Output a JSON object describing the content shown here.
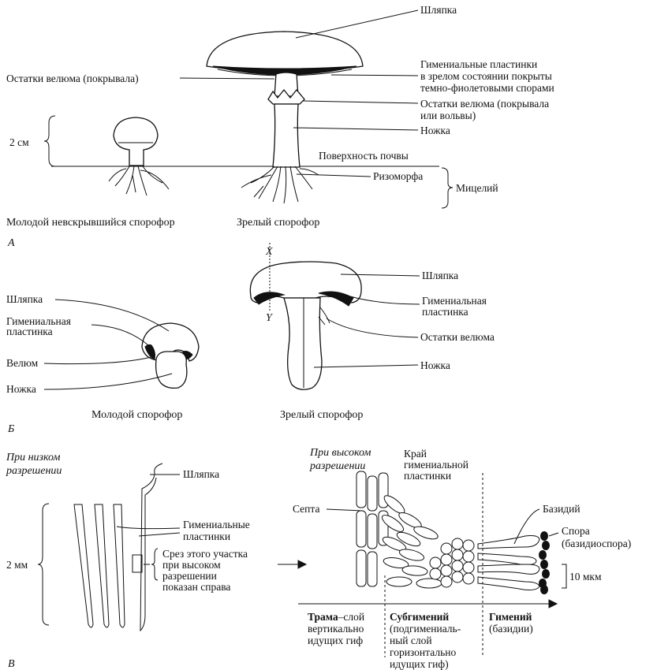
{
  "panelA": {
    "letter": "А",
    "scale_label": "2 см",
    "labels": {
      "cap": "Шляпка",
      "veil_remnant_left": "Остатки велюма (покрывала)",
      "gills_1": "Гимениальные пластинки",
      "gills_2": "в зрелом состоянии покрыты",
      "gills_3": "темно-фиолетовыми спорами",
      "veil_volva_1": "Остатки велюма (покрывала",
      "veil_volva_2": "или вольвы)",
      "stipe": "Ножка",
      "soil": "Поверхность почвы",
      "rhizomorph": "Ризоморфа",
      "mycelium": "Мицелий"
    },
    "captions": {
      "young": "Молодой невскрывшийся спорофор",
      "mature": "Зрелый спорофор"
    }
  },
  "panelB": {
    "letter": "Б",
    "axis_x": "X",
    "axis_y": "Y",
    "labels": {
      "cap_left": "Шляпка",
      "gill_left_1": "Гимениальная",
      "gill_left_2": "пластинка",
      "velum_left": "Велюм",
      "stipe_left": "Ножка",
      "cap_right": "Шляпка",
      "gill_right_1": "Гимениальная",
      "gill_right_2": "пластинка",
      "veil_right": "Остатки велюма",
      "stipe_right": "Ножка"
    },
    "captions": {
      "young": "Молодой спорофор",
      "mature": "Зрелый спорофор"
    }
  },
  "panelC": {
    "letter": "В",
    "low_res_1": "При низком",
    "low_res_2": "разрешении",
    "high_res_1": "При высоком",
    "high_res_2": "разрешении",
    "scale_label": "2 мм",
    "labels": {
      "cap": "Шляпка",
      "gills_1": "Гимениальные",
      "gills_2": "пластинки",
      "section_1": "Срез этого участка",
      "section_2": "при высоком",
      "section_3": "разрешении",
      "section_4": "показан справа",
      "edge_1": "Край",
      "edge_2": "гимениальной",
      "edge_3": "пластинки",
      "septum": "Септа",
      "basidium": "Базидий",
      "spore_1": "Спора",
      "spore_2": "(базидиоспора)",
      "micro_scale": "10 мкм"
    },
    "zones": {
      "trama_1": "Трама",
      "trama_1b": "–слой",
      "trama_2": "вертикально",
      "trama_3": "идущих гиф",
      "subhym_1": "Субгимений",
      "subhym_2": "(подгимениаль-",
      "subhym_3": "ный слой",
      "subhym_4": "горизонтально",
      "subhym_5": "идущих гиф)",
      "hym_1": "Гимений",
      "hym_2": "(базидии)"
    }
  }
}
